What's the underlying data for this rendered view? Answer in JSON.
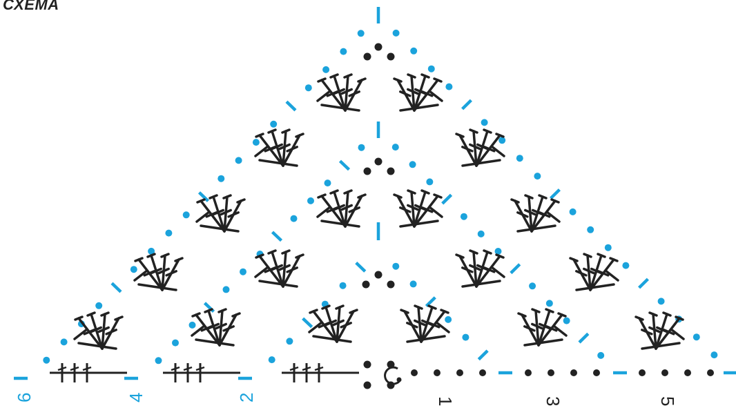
{
  "title": "СХЕМА",
  "colors": {
    "blue": "#1ba3dc",
    "black": "#222222",
    "background": "#ffffff"
  },
  "symbols": {
    "blue_dot": "chain stitch (even rows)",
    "black_dot": "chain stitch (odd rows)",
    "dash": "single crochet",
    "fan": "fan of double crochets",
    "start": "magic ring"
  },
  "row_numbers": {
    "left": [
      "6",
      "4",
      "2"
    ],
    "right": [
      "1",
      "3",
      "5"
    ]
  }
}
